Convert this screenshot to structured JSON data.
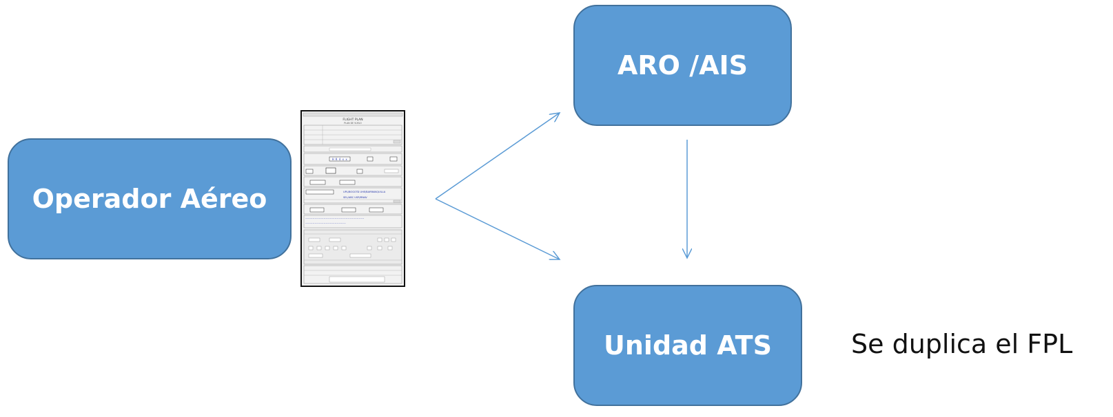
{
  "nodes": {
    "operador": {
      "label": "Operador Aéreo"
    },
    "aro": {
      "label": "ARO /AIS"
    },
    "ats": {
      "label": "Unidad ATS"
    }
  },
  "note": "Se duplica el FPL",
  "document": {
    "description": "flight plan form image",
    "title": "FLIGHT PLAN",
    "subtitle": "PLAN DE VUELO",
    "handwritten_lines": [
      "UPL/BOGOTÁ UHE/BARRANQUILLA",
      "SEL/ABC USR/RNAV"
    ]
  },
  "colors": {
    "box_fill": "#5b9bd5",
    "box_border": "#41719c",
    "connector": "#5b9bd5",
    "handwriting": "#2233aa"
  }
}
